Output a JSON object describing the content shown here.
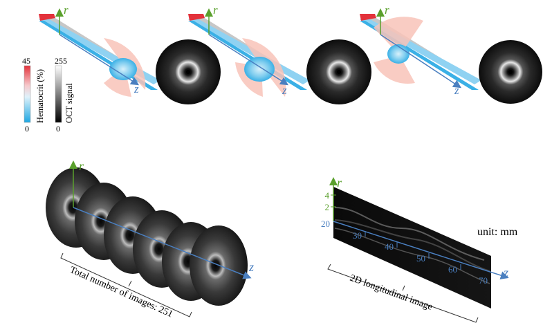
{
  "panels": [
    {
      "r_label": "r",
      "z_label": "z"
    },
    {
      "r_label": "r",
      "z_label": "z"
    },
    {
      "r_label": "r",
      "z_label": "z"
    }
  ],
  "colorbars": {
    "hematocrit": {
      "label": "Hematocrit (%)",
      "max": "45",
      "min": "0",
      "colors": [
        "#e3323b",
        "#f6c9cc",
        "#dff2fb",
        "#1ea7e2"
      ]
    },
    "oct": {
      "label": "OCT signal",
      "max": "255",
      "min": "0",
      "colors": [
        "#ffffff",
        "#808080",
        "#000000"
      ]
    }
  },
  "stack": {
    "r_label": "r",
    "z_label": "z",
    "caption": "Total number of images: 251"
  },
  "longitudinal": {
    "r_label": "r",
    "z_label": "z",
    "r_ticks": [
      "4",
      "2"
    ],
    "z_ticks": [
      "20",
      "30",
      "40",
      "50",
      "60",
      "70"
    ],
    "unit": "unit: mm",
    "caption": "2D longitudinal image"
  },
  "colors": {
    "r_axis": "#5aa02c",
    "z_axis": "#4a7fc0",
    "vessel": "#3ab0e6",
    "sector": "#f8c3b8"
  }
}
